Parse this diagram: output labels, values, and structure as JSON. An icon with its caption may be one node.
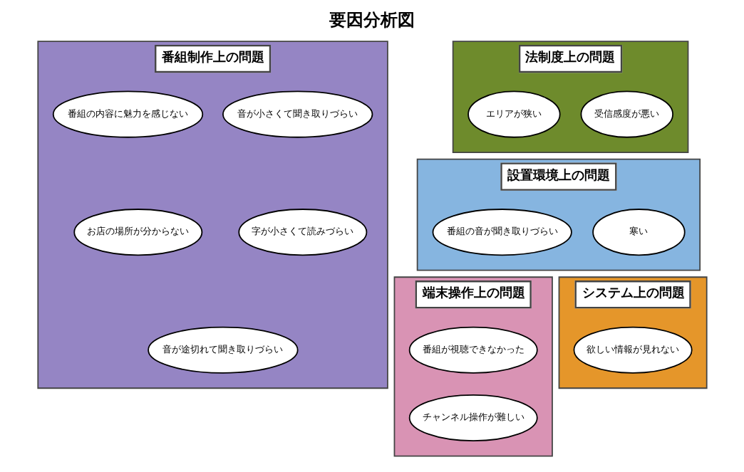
{
  "diagram": {
    "title": "要因分析図",
    "nodes": [
      {
        "text": [
          "番組制作上の問題"
        ]
      },
      {
        "text": [
          "番組の内容に魅力を感じない"
        ],
        "in": 0
      },
      {
        "text": [
          "音が小さくて聞き取りづらい"
        ],
        "in": 0
      },
      {
        "text": [
          "お店の場所が分からない"
        ],
        "in": 0
      },
      {
        "text": [
          "音が途切れて聞き取りづらい"
        ],
        "in": 0
      },
      {
        "text": [
          "字が小さくて読みづらい"
        ],
        "in": 0
      },
      {
        "text": [
          "法制度上の問題"
        ]
      },
      {
        "text": [
          "受信感度が悪い"
        ],
        "in": 6
      },
      {
        "text": [
          "エリアが狭い"
        ],
        "in": 6
      },
      {
        "text": [
          "設置環境上の問題"
        ]
      },
      {
        "text": [
          "寒い"
        ],
        "in": 9
      },
      {
        "text": [
          "番組の音が聞き取りづらい"
        ],
        "in": 9
      },
      {
        "text": [
          "端末操作上の問題"
        ]
      },
      {
        "text": [
          "チャンネル操作が難しい"
        ],
        "in": 12
      },
      {
        "text": [
          "番組が視聴できなかった"
        ],
        "in": 12
      },
      {
        "text": [
          "システム上の問題"
        ]
      },
      {
        "text": [
          "欲しい情報が見れない"
        ],
        "in": 15
      }
    ],
    "edges": []
  }
}
